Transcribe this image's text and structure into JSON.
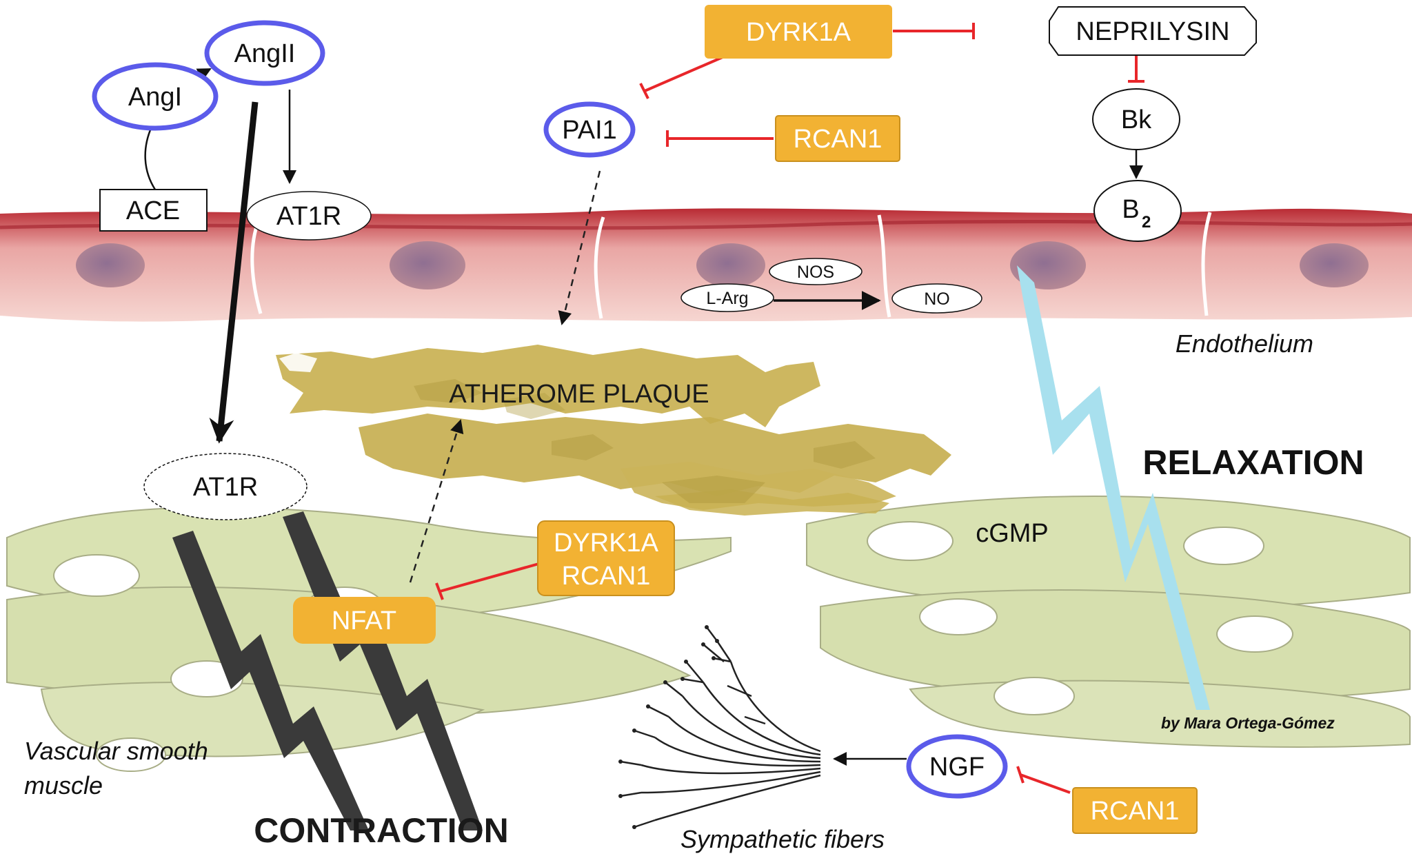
{
  "nodes": {
    "dyrk1a_top": "DYRK1A",
    "neprilysin": "NEPRILYSIN",
    "pai1": "PAI1",
    "rcan1_top": "RCAN1",
    "angi": "AngI",
    "angii": "AngII",
    "ace": "ACE",
    "at1r_endo": "AT1R",
    "bk": "Bk",
    "b2": "B",
    "b2_sub": "2",
    "nos": "NOS",
    "larg": "L-Arg",
    "no": "NO",
    "at1r_muscle": "AT1R",
    "dyrk1a_mid": "DYRK1A",
    "rcan1_mid": "RCAN1",
    "nfat": "NFAT",
    "ngf": "NGF",
    "rcan1_bottom": "RCAN1"
  },
  "labels": {
    "endothelium": "Endothelium",
    "atherome": "ATHEROME PLAQUE",
    "relaxation": "RELAXATION",
    "cgmp": "cGMP",
    "contraction": "CONTRACTION",
    "vascular_line1": "Vascular smooth",
    "vascular_line2": "muscle",
    "sympathetic": "Sympathetic fibers",
    "credit": "by Mara Ortega-Gómez"
  },
  "colors": {
    "orange_box": "#f2b233",
    "inhibition_red": "#e8262a",
    "highlight_blue": "#5b5bea",
    "endothelium_red": "#d9868a",
    "smooth_muscle_green": "#d6e0ad",
    "plaque_gold": "#c9b152",
    "relaxation_blue": "#a8e0ee",
    "contraction_dark": "#3a3a3a"
  }
}
